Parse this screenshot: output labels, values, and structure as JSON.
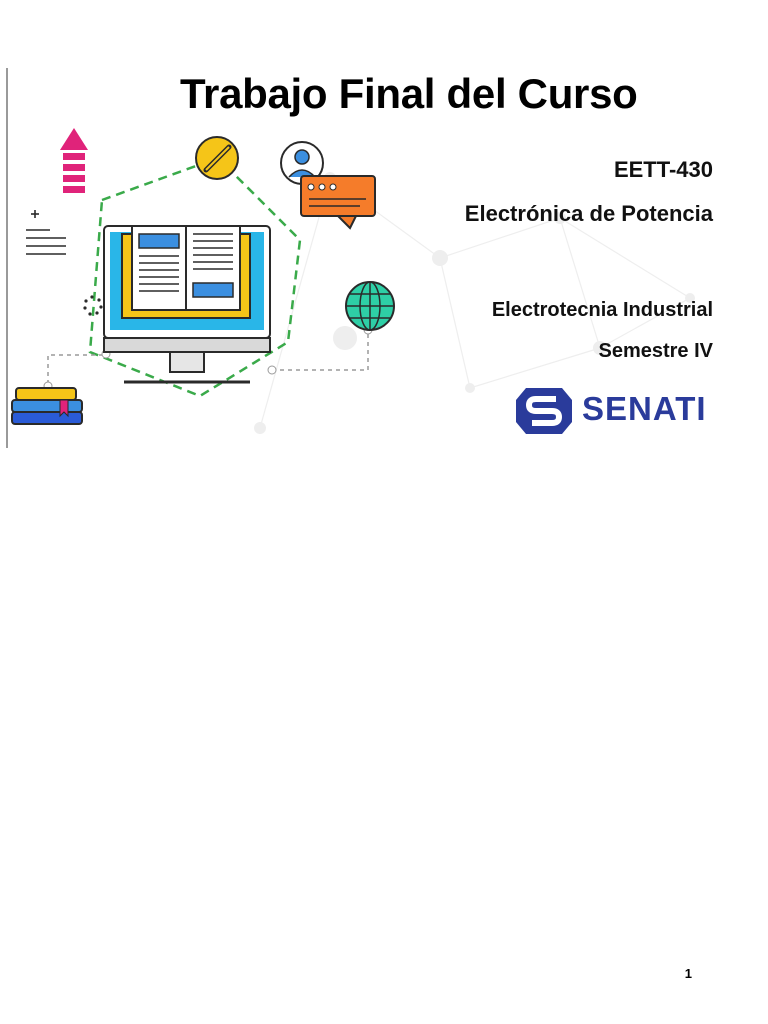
{
  "cover": {
    "title": "Trabajo Final del Curso",
    "course_code": "EETT-430",
    "course_name": "Electrónica de Potencia",
    "career": "Electrotecnia Industrial",
    "semester": "Semestre IV",
    "logo_text": "SENATI",
    "brand_color": "#2a3b9b"
  },
  "icons": [
    "arrow-up-icon",
    "text-lines-icon",
    "pencil-icon",
    "user-icon",
    "chat-bubble-icon",
    "globe-icon",
    "loading-icon",
    "books-icon",
    "computer-book-icon"
  ],
  "footer": {
    "page_number": "1"
  }
}
